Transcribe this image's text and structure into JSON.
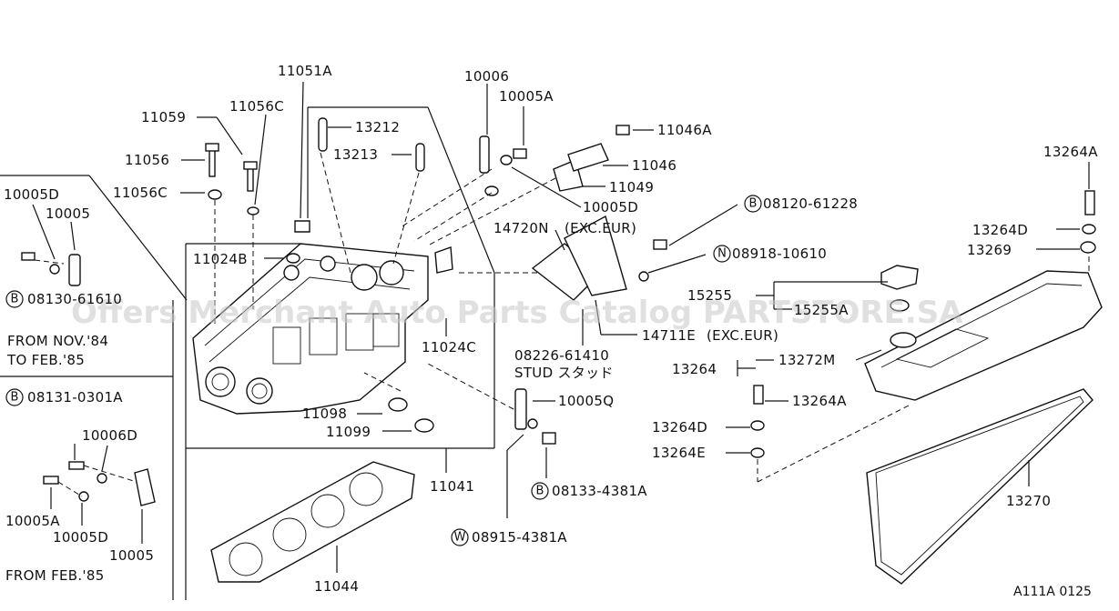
{
  "watermark": "Offers Merchant Auto Parts Catalog PARTSTORE.SA",
  "figure_code": "A111A 0125",
  "parts": {
    "p11051A": "11051A",
    "p10006": "10006",
    "p10005A_top": "10005A",
    "p11059": "11059",
    "p11056C_top": "11056C",
    "p13212": "13212",
    "p11046A": "11046A",
    "p11056": "11056",
    "p13213": "13213",
    "p11046": "11046",
    "p11056C": "11056C",
    "p11049": "11049",
    "p10005D_mid": "10005D",
    "p14720N": "14720N",
    "p14720N_note": "(EXC.EUR)",
    "p08120": "08120-61228",
    "p13264A_top": "13264A",
    "p13264D_top": "13264D",
    "p13269": "13269",
    "p08918": "08918-10610",
    "p11024B": "11024B",
    "p15255": "15255",
    "p15255A": "15255A",
    "p14711E": "14711E",
    "p14711E_note": "(EXC.EUR)",
    "p11024C": "11024C",
    "p08226": "08226-61410",
    "stud": "STUD スタッド",
    "p13264": "13264",
    "p13272M": "13272M",
    "p10005Q": "10005Q",
    "p13264A_mid": "13264A",
    "p11098": "11098",
    "p11099": "11099",
    "p13264D_mid": "13264D",
    "p13264E": "13264E",
    "p11041": "11041",
    "p08133": "08133-4381A",
    "p13270": "13270",
    "p08915": "08915-4381A",
    "p11044": "11044"
  },
  "inset_left": {
    "p10005D": "10005D",
    "p10005": "10005",
    "p08130": "08130-61610",
    "from_nov": "FROM NOV.'84",
    "to_feb": "TO FEB.'85",
    "p08131": "08131-0301A",
    "p10006D": "10006D",
    "p10005A": "10005A",
    "p10005D_b": "10005D",
    "p10005_b": "10005",
    "from_feb": "FROM FEB.'85"
  },
  "badges": {
    "B": "B",
    "N": "N",
    "W": "W"
  }
}
